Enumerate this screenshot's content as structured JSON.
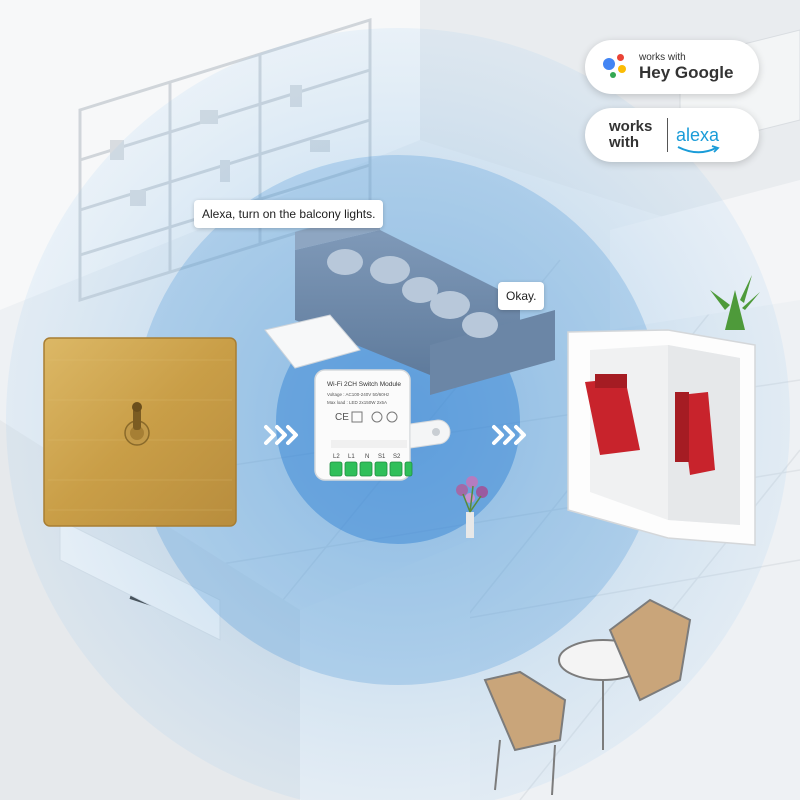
{
  "badges": {
    "google": {
      "small": "works with",
      "big": "Hey Google",
      "icon": "google-assistant-icon",
      "dot_colors": [
        "#4285F4",
        "#EA4335",
        "#FBBC05",
        "#34A853"
      ]
    },
    "alexa": {
      "works": "works with",
      "word": "alexa",
      "icon": "alexa-smile-icon",
      "color": "#1A9CD8"
    }
  },
  "bubbles": {
    "command": "Alexa, turn on the balcony lights.",
    "reply": "Okay."
  },
  "module": {
    "title": "Wi-Fi 2CH Switch Module",
    "line1": "Voltage : AC100-240V 50/60Hz",
    "line2": "Max load : LED 2x150W 2x5A",
    "terminals": [
      "L2",
      "L1",
      "N",
      "S1",
      "S2"
    ]
  },
  "colors": {
    "wifi_circle": "#5fa8df",
    "switch_gold": "#c9a24e",
    "terminal_green": "#2fbf5a",
    "box_red": "#c8232c"
  }
}
